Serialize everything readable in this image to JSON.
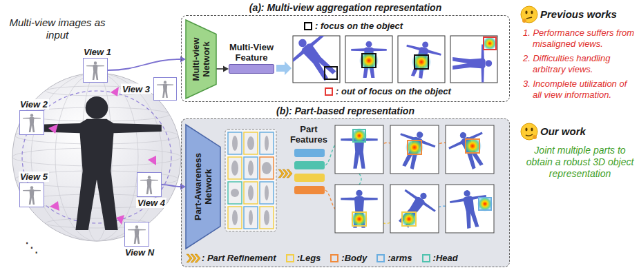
{
  "diagram": {
    "nodes": [
      {
        "text": [
          "View 1"
        ]
      },
      {
        "text": [
          "View 2"
        ]
      },
      {
        "text": [
          "View 3"
        ]
      },
      {
        "text": [
          "View 4"
        ]
      },
      {
        "text": [
          "View 5"
        ]
      },
      {
        "text": [
          "View N"
        ]
      },
      {
        "text": [
          "(a): Multi-view aggregation representation"
        ]
      },
      {
        "text": [
          "Multi-view Network"
        ],
        "in": 6
      },
      {
        "text": [
          "Multi-View Feature"
        ],
        "in": 6
      },
      {
        "text": [
          "(b): Part-based representation"
        ]
      },
      {
        "text": [
          "Part-Awareness Network"
        ],
        "in": 9
      }
    ],
    "edges": [
      {
        "from": 0,
        "to": 7,
        "arrow": "to"
      },
      {
        "from": 7,
        "to": 8,
        "arrow": "to"
      },
      {
        "from": 3,
        "to": 10,
        "arrow": "to"
      }
    ],
    "labels": [
      "Multi-view images as input",
      "⋱",
      "Part Features",
      "Previous works",
      "1. Performance suffers from misaligned views.",
      "2. Difficulties handling arbitrary views.",
      "3. Incomplete utilization of all view information.",
      "Our work",
      "Joint multiple parts to obtain a robust 3D object representation"
    ],
    "legend": [
      {
        "text": ": focus on the object",
        "color": "#000000"
      },
      {
        "text": ": out of focus on the object",
        "color": "#e53935"
      },
      {
        "text": ": Part Refinement"
      },
      {
        "text": ":Legs",
        "color": "#f2cf4a"
      },
      {
        "text": ":Body",
        "color": "#f08a3c"
      },
      {
        "text": ":arms",
        "color": "#6aaee0"
      },
      {
        "text": ":Head",
        "color": "#4fc2ae"
      }
    ]
  }
}
